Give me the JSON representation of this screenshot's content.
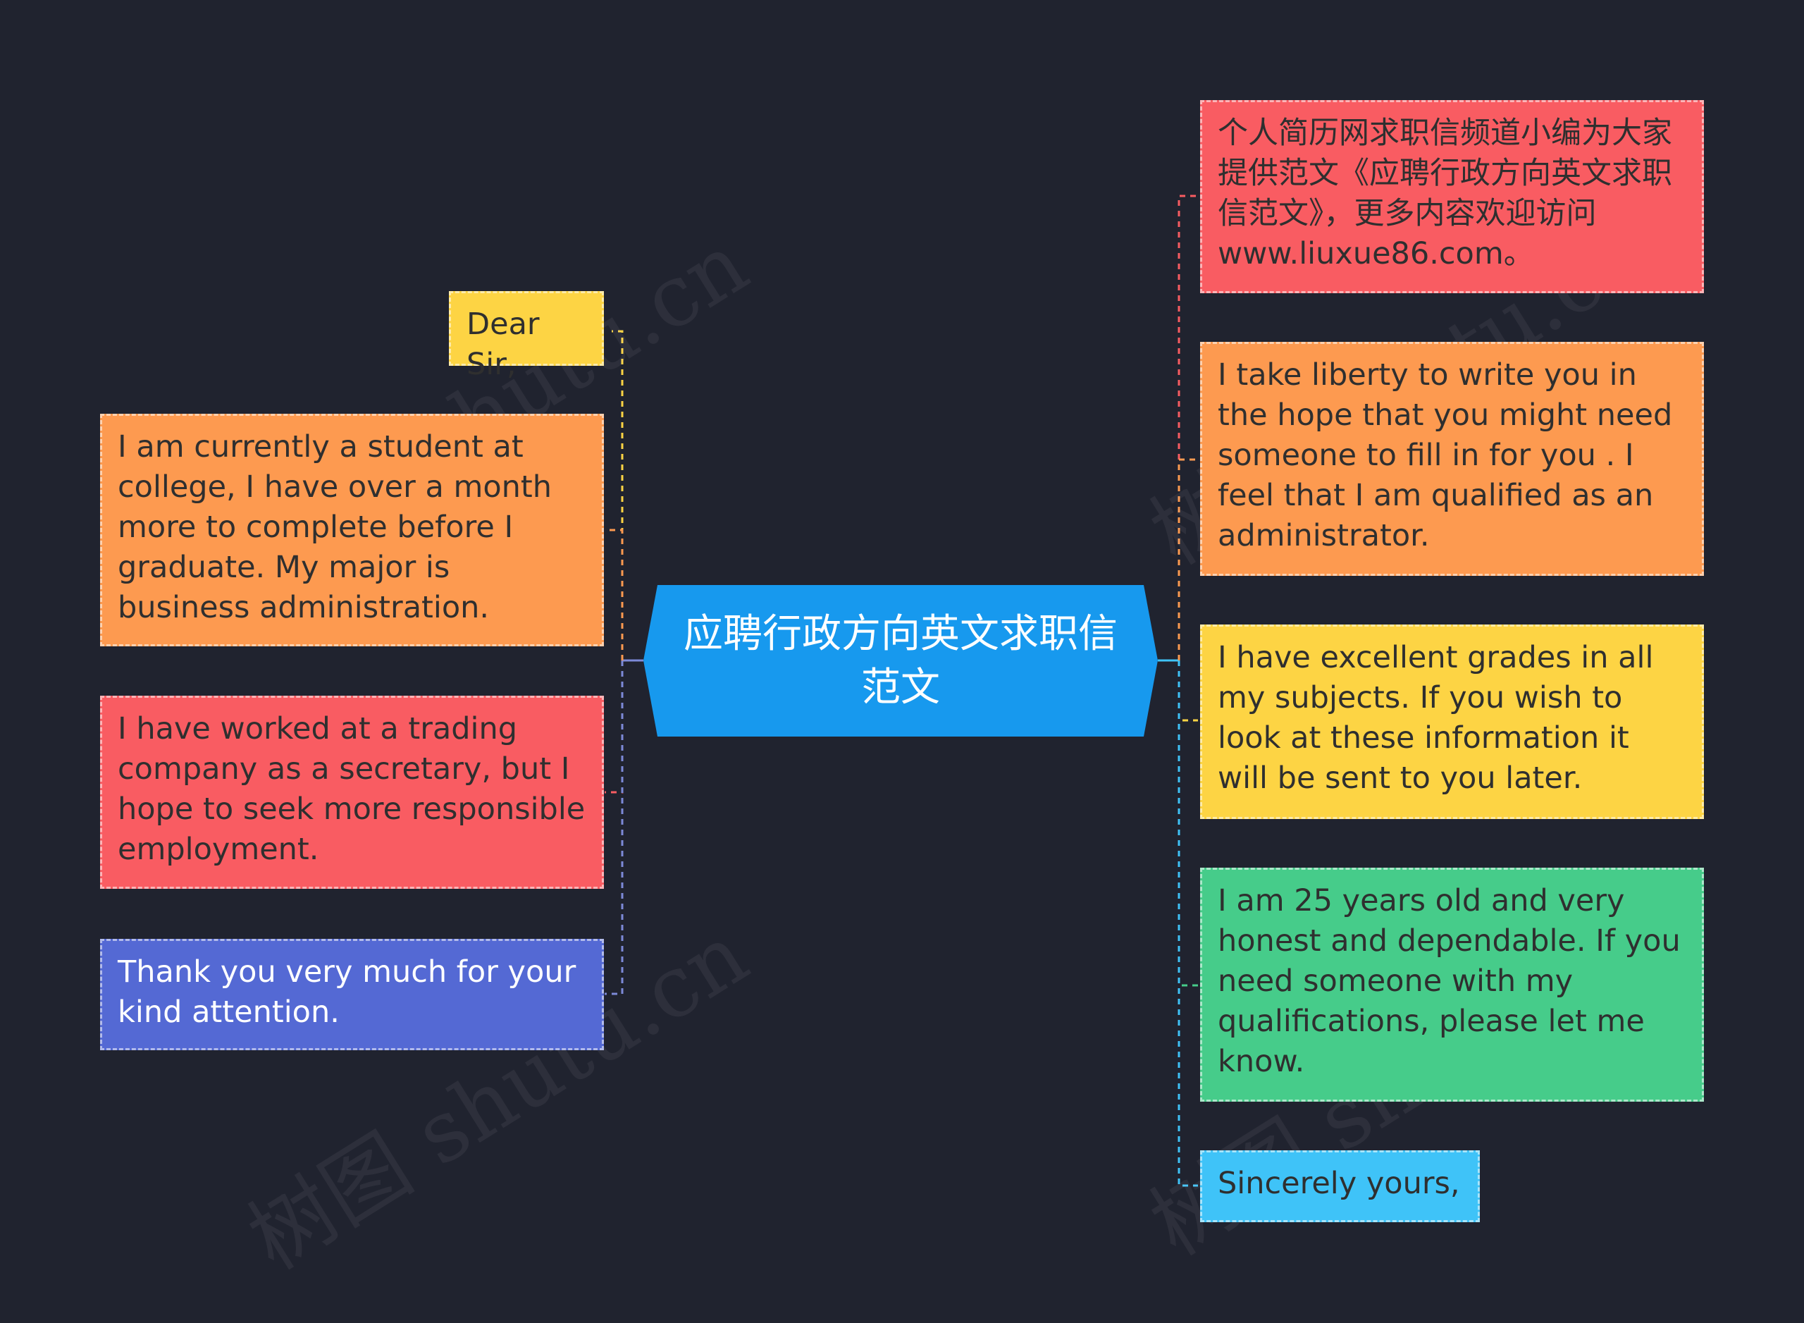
{
  "center": {
    "title": "应聘行政方向英文求职信范文"
  },
  "left_nodes": [
    {
      "text": "Dear Sir,"
    },
    {
      "text": "I am currently a student at college, I have over a month more to complete before I graduate. My major is business administration."
    },
    {
      "text": "I have worked at a trading company as a secretary, but I hope to seek more responsible employment."
    },
    {
      "text": "Thank you very much for your kind attention."
    }
  ],
  "right_nodes": [
    {
      "text": "个人简历网求职信频道小编为大家提供范文《应聘行政方向英文求职信范文》，更多内容欢迎访问www.liuxue86.com。"
    },
    {
      "text": "I take liberty to write you in the hope that you might need someone to fill in for you . I feel that I am qualified as an administrator."
    },
    {
      "text": "I have excellent grades in all my subjects. If you wish to look at these information it will be sent to you later."
    },
    {
      "text": "I am 25 years old and very honest and dependable. If you need someone with my qualifications, please let me know."
    },
    {
      "text": "Sincerely yours,"
    }
  ],
  "colors": {
    "background": "#20232f",
    "center": "#1799ee",
    "yellow": "#fdd444",
    "orange": "#fd9a50",
    "red": "#f95c62",
    "blue": "#5469d4",
    "green": "#46cc8a",
    "cyan": "#3fc3f8"
  },
  "watermark": "树图 shutu.cn"
}
